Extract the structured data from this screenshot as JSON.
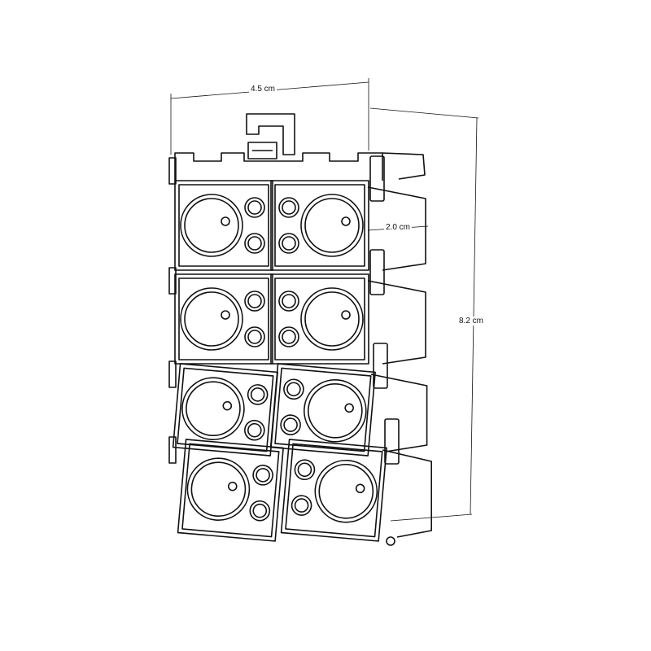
{
  "dimensions": {
    "width": "4.5 cm",
    "depth": "2.0 cm",
    "height": "8.2 cm"
  },
  "colors": {
    "line": "#111111",
    "background": "#ffffff"
  }
}
